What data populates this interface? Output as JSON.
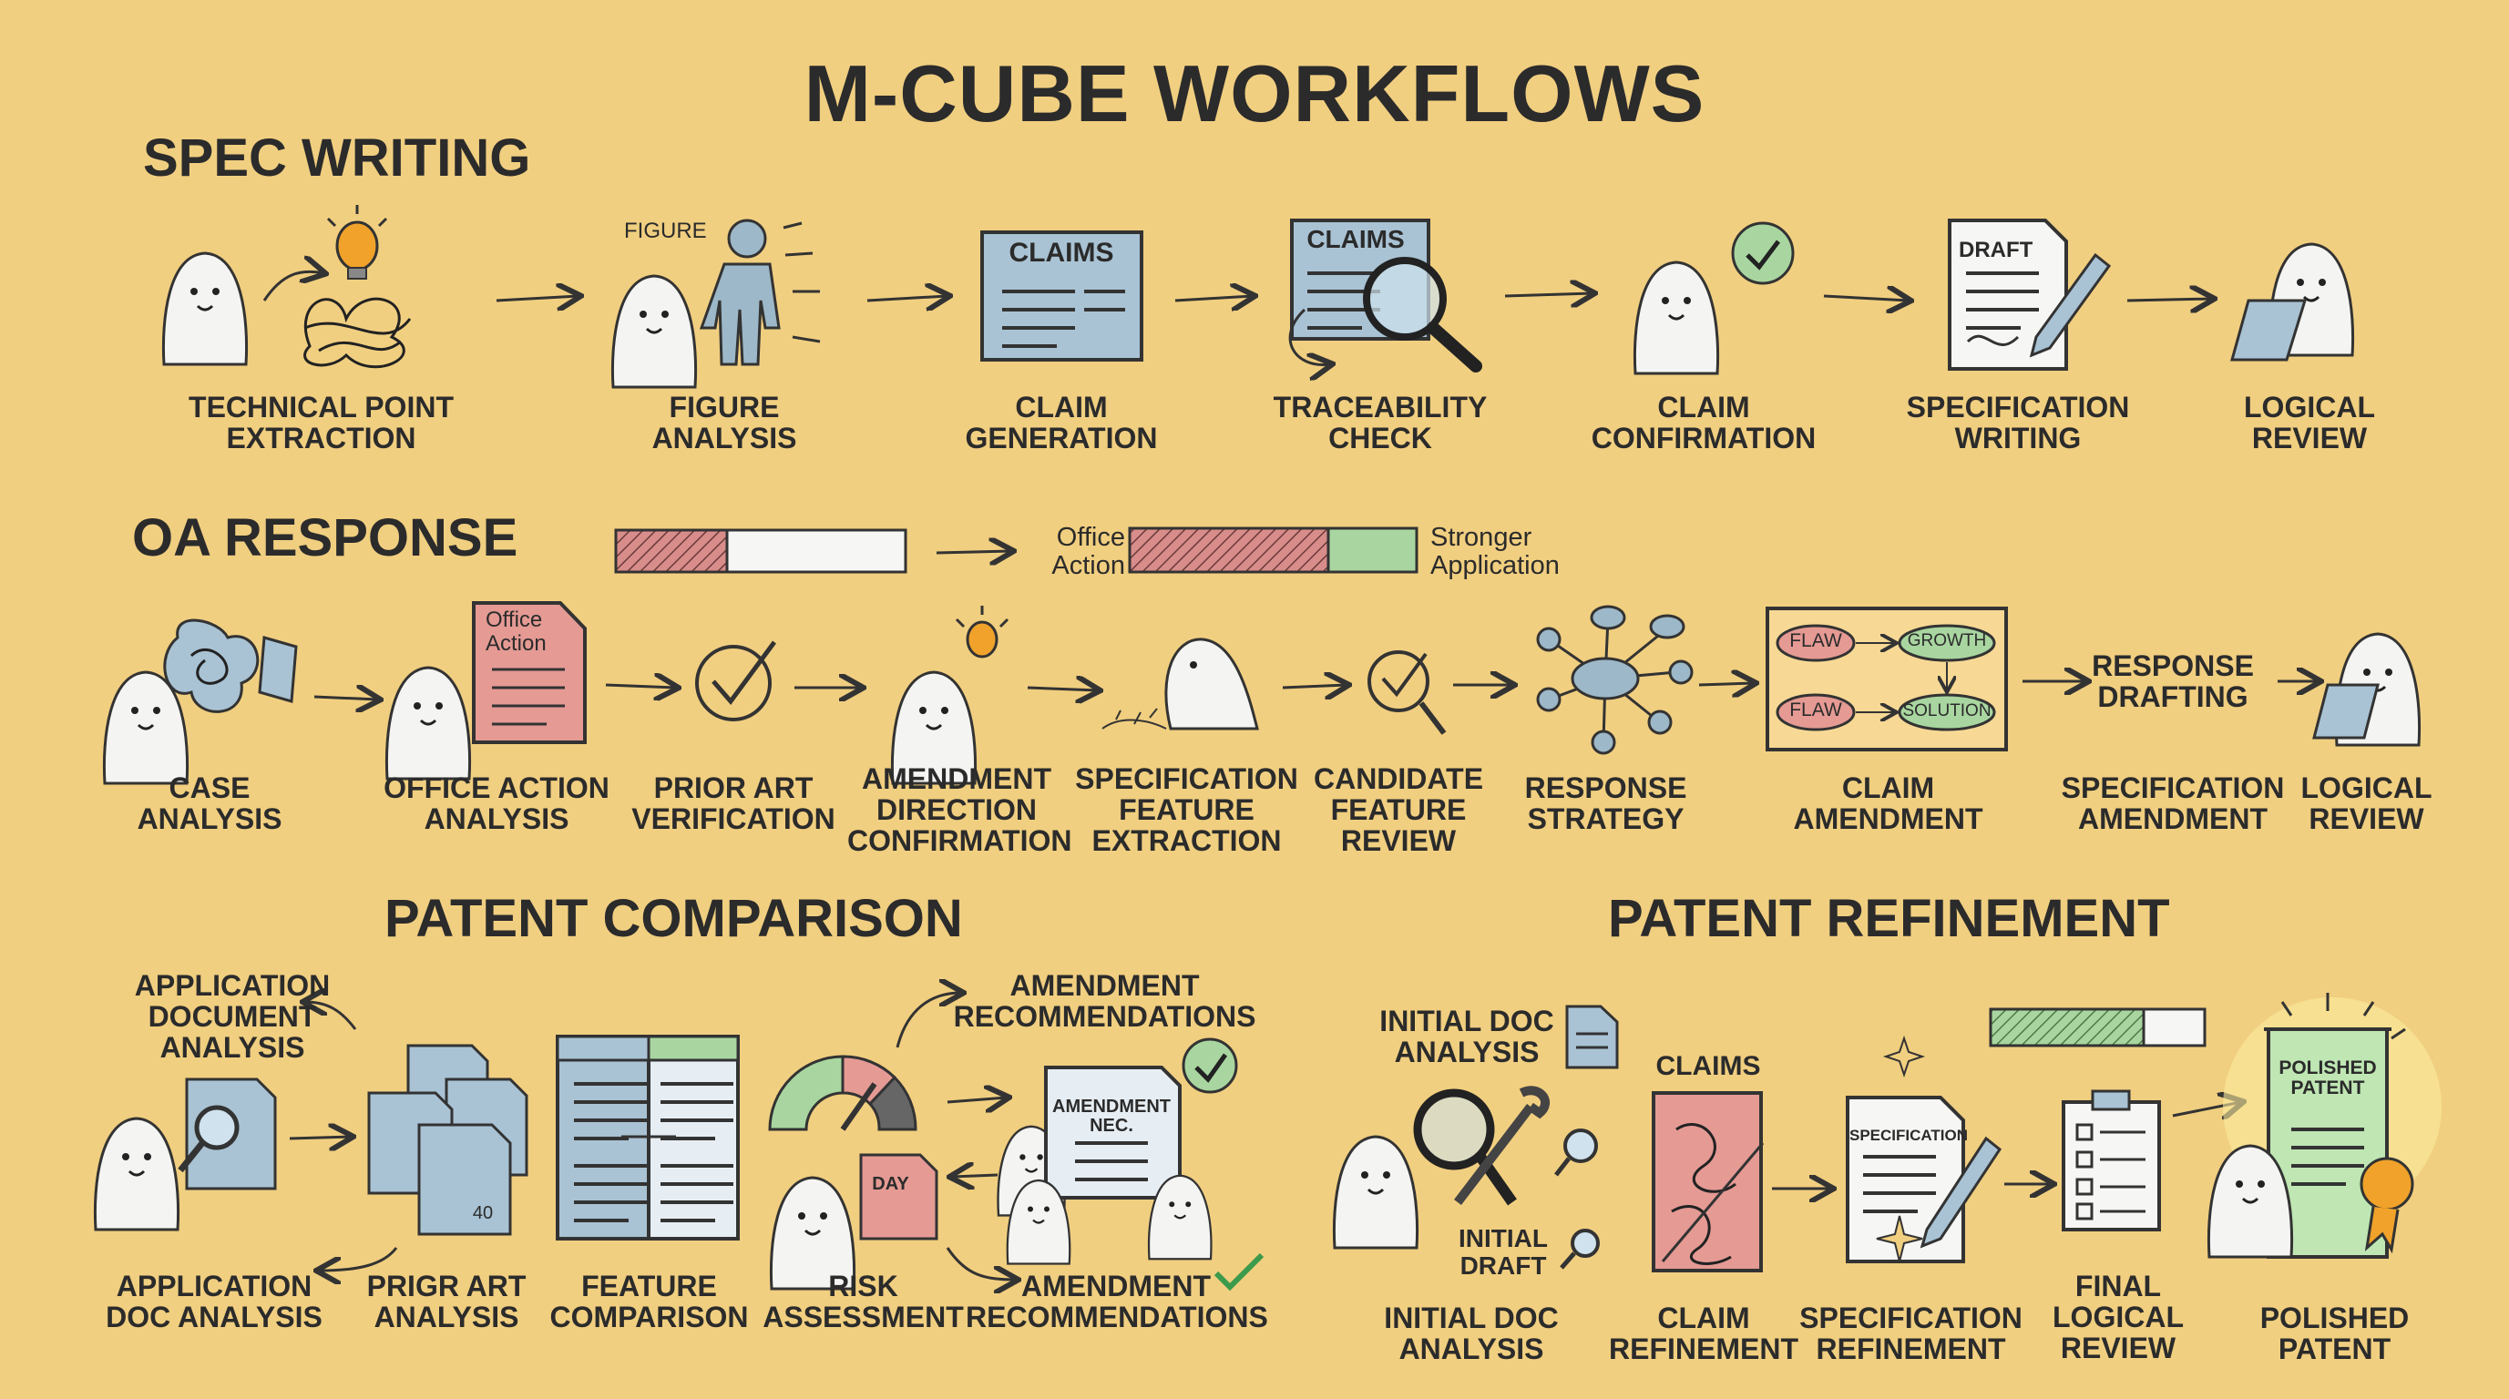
{
  "title": "M-CUBE WORKFLOWS",
  "sections": {
    "spec_writing": {
      "title": "SPEC WRITING",
      "figure_tag": "FIGURE",
      "steps": [
        "TECHNICAL POINT EXTRACTION",
        "FIGURE ANALYSIS",
        "CLAIM GENERATION",
        "TRACEABILITY CHECK",
        "CLAIM CONFIRMATION",
        "SPECIFICATION WRITING",
        "LOGICAL REVIEW"
      ],
      "icon_text": {
        "claims": "CLAIMS",
        "claims2": "CLAIMS",
        "draft": "DRAFT"
      }
    },
    "oa_response": {
      "title": "OA RESPONSE",
      "progress_labels": {
        "office_action": "Office Action",
        "stronger": "Stronger Application"
      },
      "steps": [
        "CASE ANALYSIS",
        "OFFICE ACTION ANALYSIS",
        "PRIOR ART VERIFICATION",
        "AMENDMENT DIRECTION CONFIRMATION",
        "SPECIFICATION FEATURE EXTRACTION",
        "CANDIDATE FEATURE REVIEW",
        "RESPONSE STRATEGY",
        "CLAIM AMENDMENT",
        "SPECIFICATION AMENDMENT",
        "LOGICAL REVIEW"
      ],
      "response_drafting": "RESPONSE DRAFTING",
      "office_action_doc": "Office Action",
      "amendment_box": {
        "flaw1": "FLAW",
        "growth": "GROWTH",
        "flaw2": "FLAW",
        "solution": "SOLUTION"
      }
    },
    "patent_comparison": {
      "title": "PATENT COMPARISON",
      "top_labels": [
        "APPLICATION DOCUMENT ANALYSIS",
        "AMENDMENT RECOMMENDATIONS"
      ],
      "steps": [
        "APPLICATION DOC ANALYSIS",
        "PRIGR ART ANALYSIS",
        "FEATURE COMPARISON",
        "RISK ASSESSMENT",
        "AMENDMENT RECOMMENDATIONS"
      ],
      "doc_labels": {
        "amendment_nec": "AMENDMENT NEC.",
        "day": "DAY",
        "page_no": "40"
      }
    },
    "patent_refinement": {
      "title": "PATENT REFINEMENT",
      "side_labels": [
        "INITIAL DOC ANALYSIS",
        "CLAIMS",
        "INITIAL DRAFT"
      ],
      "steps": [
        "INITIAL DOC ANALYSIS",
        "CLAIM REFINEMENT",
        "SPECIFICATION REFINEMENT",
        "FINAL LOGICAL REVIEW",
        "POLISHED PATENT"
      ],
      "doc_labels": {
        "specification": "SPECIFICATION",
        "polished": "POLISHED PATENT"
      }
    }
  },
  "colors": {
    "background": "#f1cf80",
    "ink": "#2b2b2b",
    "blue_doc": "#a9c3d4",
    "red_doc": "#e59a94",
    "green": "#a9d6a0",
    "orange_bulb": "#f0a22a"
  }
}
